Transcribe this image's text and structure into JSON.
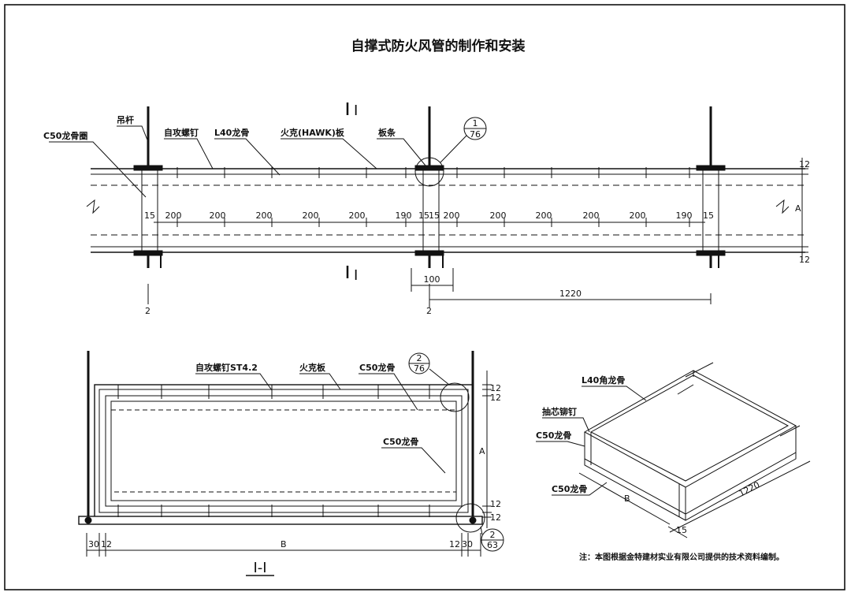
{
  "title": "自撑式防火风管的制作和安装",
  "elevation": {
    "labels": {
      "c50_ring": "C50龙骨圈",
      "rod": "吊杆",
      "screw": "自攻螺钉",
      "l40": "L40龙骨",
      "hawk_board": "火克(HAWK)板",
      "strip": "板条"
    },
    "section_mark": "I",
    "detail_callout": {
      "num": "1",
      "sheet": "76"
    },
    "spacing_dims": [
      "15",
      "200",
      "200",
      "200",
      "200",
      "200",
      "190",
      "15",
      "15",
      "200",
      "200",
      "200",
      "200",
      "200",
      "190",
      "15"
    ],
    "dim_100": "100",
    "dim_1220": "1220",
    "dim_A": "A",
    "dim_12_top": "12",
    "dim_12_bot": "12",
    "axis_left": "2",
    "axis_mid": "2"
  },
  "section": {
    "caption": "I-I",
    "labels": {
      "screw": "自攻螺钉ST4.2",
      "board": "火克板",
      "c50_top": "C50龙骨",
      "c50_inner": "C50龙骨"
    },
    "callout_top": {
      "num": "2",
      "sheet": "76"
    },
    "callout_bot": {
      "num": "2",
      "sheet": "63"
    },
    "dims": {
      "d30l": "30",
      "d12l": "12",
      "B": "B",
      "d12r": "12",
      "d30r": "30",
      "A": "A",
      "r12a": "12",
      "r12b": "12",
      "r12c": "12",
      "r12d": "12"
    }
  },
  "iso": {
    "labels": {
      "l40": "L40角龙骨",
      "rivet": "抽芯铆钉",
      "c50a": "C50龙骨",
      "c50b": "C50龙骨",
      "B": "B",
      "d1220": "1220",
      "d15": "15"
    }
  },
  "note": "注：本图根据金特建材实业有限公司提供的技术资料编制。"
}
